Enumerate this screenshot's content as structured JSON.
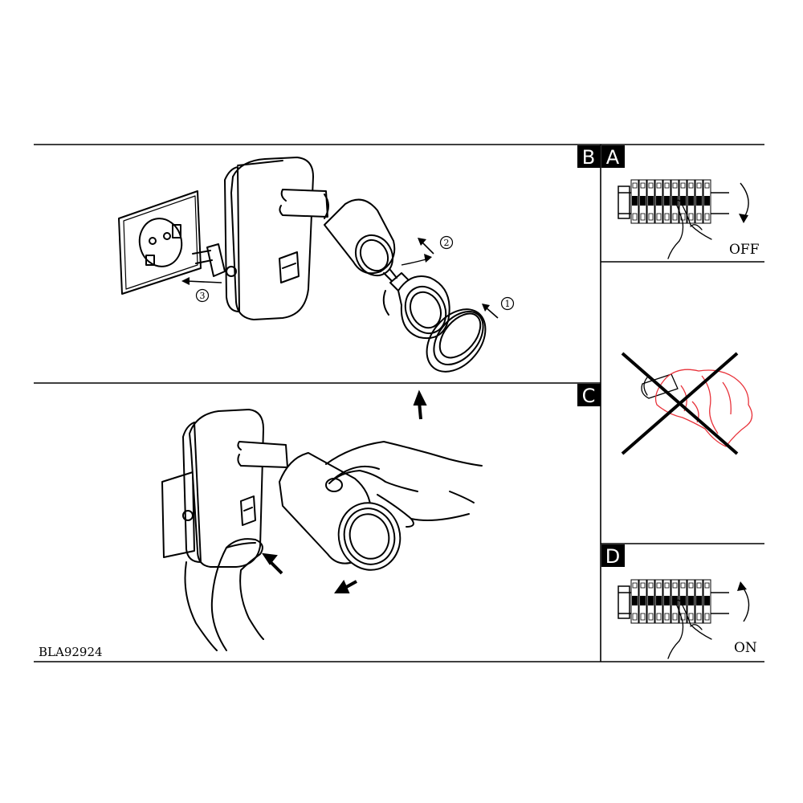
{
  "panels": {
    "b": {
      "badge": "B"
    },
    "a": {
      "badge": "A",
      "caption": "OFF"
    },
    "c": {
      "badge": "C"
    },
    "d": {
      "badge": "D",
      "caption": "ON"
    }
  },
  "steps": [
    "1",
    "2",
    "3"
  ],
  "doc_code": "BLA92924",
  "colors": {
    "line": "#000000",
    "badge_bg": "#000000",
    "badge_text": "#ffffff",
    "cloth": "#e8323a"
  },
  "icons": [
    "wall-socket-icon",
    "plug-in-spotlight-icon",
    "led-bulb-icon",
    "lens-ring-icon",
    "circuit-breaker-icon",
    "hand-icon",
    "rotate-arrow-icon",
    "prohibited-wet-cloth-icon"
  ]
}
